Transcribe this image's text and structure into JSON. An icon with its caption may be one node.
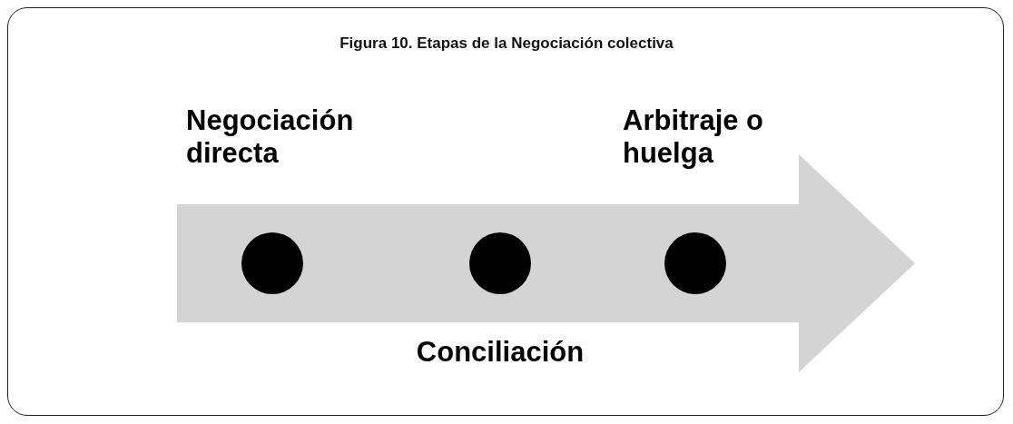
{
  "diagram": {
    "title": "Figura 10. Etapas de la Negociación colectiva",
    "nodes": [
      {
        "text": [],
        "shape": "circle",
        "beside": [
          "Negociación directa"
        ]
      },
      {
        "text": [],
        "shape": "circle",
        "beside": [
          "Conciliación"
        ]
      },
      {
        "text": [],
        "shape": "circle",
        "beside": [
          "Arbitraje o huelga"
        ]
      }
    ],
    "edges": []
  }
}
